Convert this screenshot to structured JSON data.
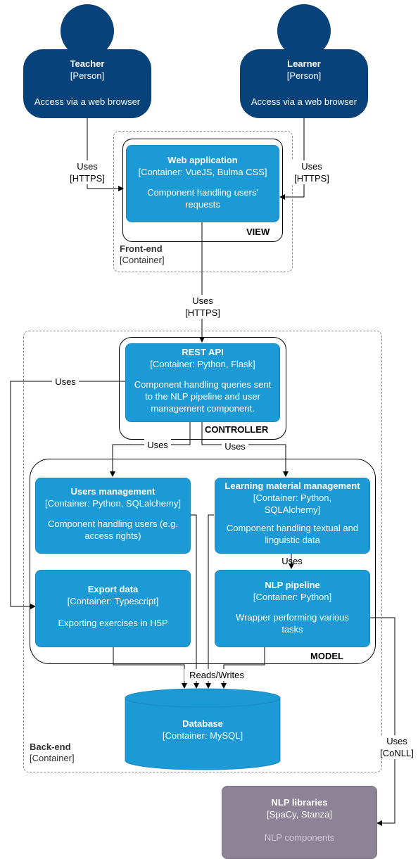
{
  "persons": {
    "teacher": {
      "name": "Teacher",
      "type": "[Person]",
      "desc": "Access via a web browser"
    },
    "learner": {
      "name": "Learner",
      "type": "[Person]",
      "desc": "Access via a web browser"
    }
  },
  "frontend": {
    "label": "Front-end",
    "type": "[Container]",
    "group_label": "VIEW",
    "webapp": {
      "title": "Web application",
      "tech": "[Container: VueJS, Bulma CSS]",
      "desc": "Component handling users' requests"
    }
  },
  "backend": {
    "label": "Back-end",
    "type": "[Container]",
    "controller_label": "CONTROLLER",
    "model_label": "MODEL",
    "rest": {
      "title": "REST API",
      "tech": "[Container: Python, Flask]",
      "desc": "Component handling queries sent to the NLP pipeline and user management component."
    },
    "users": {
      "title": "Users management",
      "tech": "[Container: Python, SQLalchemy]",
      "desc": "Component handling users (e.g. access rights)"
    },
    "learning": {
      "title": "Learning material management",
      "tech": "[Container: Python, SQLAlchemy]",
      "desc": "Component handling textual and linguistic data"
    },
    "export": {
      "title": "Export data",
      "tech": "[Container: Typescript]",
      "desc": "Exporting exercises in H5P"
    },
    "nlp": {
      "title": "NLP pipeline",
      "tech": "[Container: Python]",
      "desc": "Wrapper performing various tasks"
    },
    "database": {
      "title": "Database",
      "tech": "[Container: MySQL]"
    }
  },
  "external": {
    "title": "NLP libraries",
    "tech": "[SpaCy, Stanza]",
    "desc": "NLP components"
  },
  "edges": {
    "teacher_uses": "Uses",
    "teacher_proto": "[HTTPS]",
    "learner_uses": "Uses",
    "learner_proto": "[HTTPS]",
    "web_uses": "Uses",
    "web_proto": "[HTTPS]",
    "rest_export": "Uses",
    "rest_users": "Uses",
    "rest_learning": "Uses",
    "learning_nlp": "Uses",
    "readswrites": "Reads/Writes",
    "nlp_uses": "Uses",
    "nlp_proto": "[CoNLL]"
  },
  "colors": {
    "person": "#08427b",
    "container": "#1c9ad6",
    "external": "#8c8496"
  }
}
